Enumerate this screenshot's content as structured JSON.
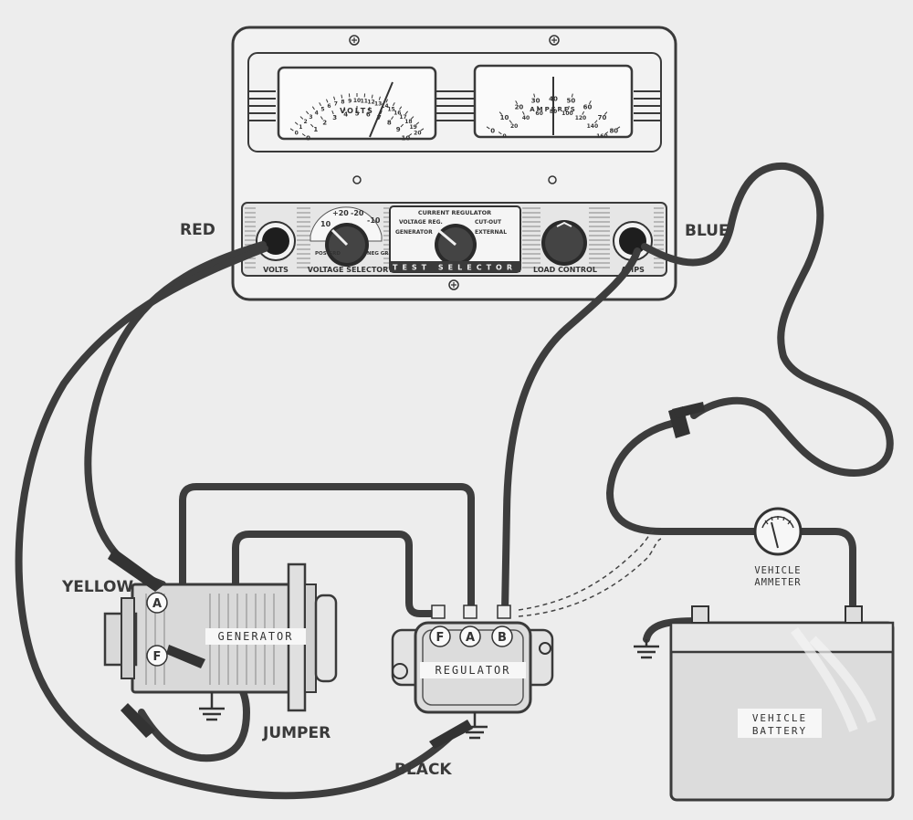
{
  "labels": {
    "red": "RED",
    "blue": "BLUE",
    "yellow": "YELLOW",
    "jumper": "JUMPER",
    "black": "BLACK"
  },
  "tester": {
    "volts_meter": {
      "title": "VOLTS",
      "scale_outer": [
        "0",
        "1",
        "2",
        "3",
        "4",
        "5",
        "6",
        "7",
        "8",
        "9",
        "10",
        "11",
        "12",
        "13",
        "14",
        "15",
        "16",
        "17",
        "18",
        "19",
        "20"
      ],
      "scale_inner": [
        "0",
        "1",
        "2",
        "3",
        "4",
        "5",
        "6",
        "7",
        "8",
        "9",
        "10"
      ]
    },
    "amperes_meter": {
      "title": "AMPERES",
      "scale_outer": [
        "0",
        "10",
        "20",
        "30",
        "40",
        "50",
        "60",
        "70",
        "80"
      ],
      "scale_inner": [
        "0",
        "20",
        "40",
        "60",
        "80",
        "100",
        "120",
        "140",
        "160"
      ]
    },
    "panel": {
      "volts_jack": "VOLTS",
      "voltage_selector": "VOLTAGE SELECTOR",
      "voltage_marks": [
        "10",
        "+20",
        "-20",
        "-10"
      ],
      "pos_grd": "POS GRD",
      "neg_grd": "NEG GRD",
      "test_selector_title": "CURRENT REGULATOR",
      "test_positions": [
        "VOLTAGE REG.",
        "CUT-OUT",
        "GENERATOR",
        "EXTERNAL"
      ],
      "test_selector": "TEST SELECTOR",
      "load_control": "LOAD CONTROL",
      "amps_jack": "AMPS"
    }
  },
  "generator": {
    "name": "GENERATOR",
    "terminal_a": "A",
    "terminal_f": "F"
  },
  "regulator": {
    "name": "REGULATOR",
    "terminals": [
      "F",
      "A",
      "B"
    ]
  },
  "ammeter": {
    "name_line1": "VEHICLE",
    "name_line2": "AMMETER"
  },
  "battery": {
    "name_line1": "VEHICLE",
    "name_line2": "BATTERY"
  }
}
